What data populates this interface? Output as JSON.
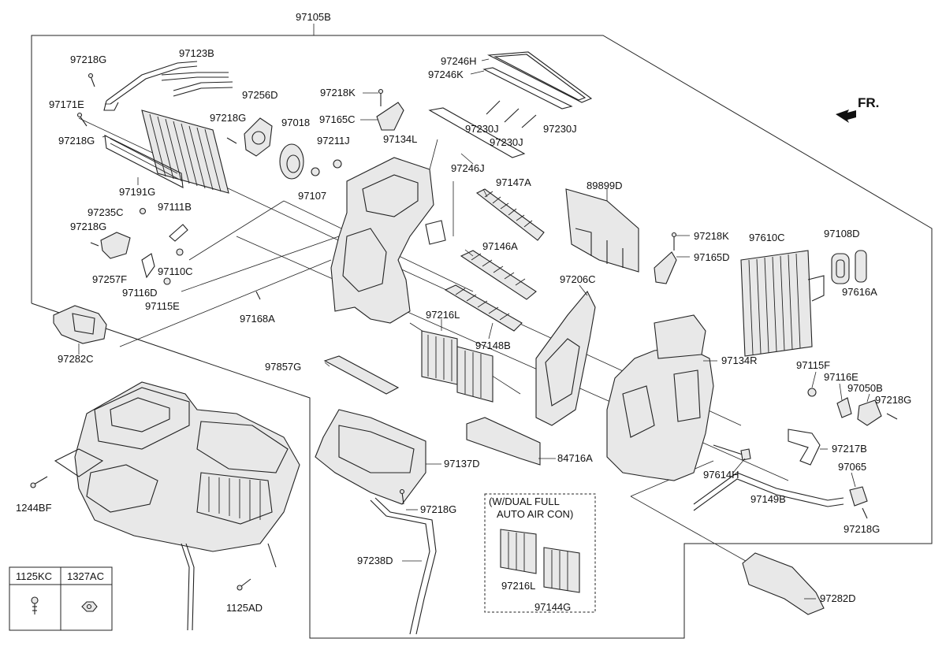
{
  "assembly_label": "97105B",
  "fr_label": "FR.",
  "callouts": {
    "p97218G_a": "97218G",
    "p97123B": "97123B",
    "p97171E": "97171E",
    "p97218G_b": "97218G",
    "p97256D": "97256D",
    "p97218G_c": "97218G",
    "p97018": "97018",
    "p97191G": "97191G",
    "p97218K_a": "97218K",
    "p97165C": "97165C",
    "p97211J": "97211J",
    "p97134L": "97134L",
    "p97107": "97107",
    "p97235C": "97235C",
    "p97111B": "97111B",
    "p97218G_d": "97218G",
    "p97257F": "97257F",
    "p97110C": "97110C",
    "p97116D": "97116D",
    "p97115E": "97115E",
    "p97168A": "97168A",
    "p97282C": "97282C",
    "p97246H": "97246H",
    "p97246K": "97246K",
    "p97230J_a": "97230J",
    "p97230J_b": "97230J",
    "p97230J_c": "97230J",
    "p97246J": "97246J",
    "p97147A": "97147A",
    "p97146A": "97146A",
    "p97216L_a": "97216L",
    "p97148B": "97148B",
    "p89899D": "89899D",
    "p97218K_b": "97218K",
    "p97165D": "97165D",
    "p97206C": "97206C",
    "p97610C": "97610C",
    "p97108D": "97108D",
    "p97616A": "97616A",
    "p97134R": "97134R",
    "p97115F": "97115F",
    "p97116E": "97116E",
    "p97050B": "97050B",
    "p97218G_e": "97218G",
    "p97217B": "97217B",
    "p97614H": "97614H",
    "p97065": "97065",
    "p97149B": "97149B",
    "p97218G_f": "97218G",
    "p97857G": "97857G",
    "p97137D": "97137D",
    "p97218G_g": "97218G",
    "p84716A": "84716A",
    "p97238D": "97238D",
    "p1244BF": "1244BF",
    "p1125AD": "1125AD",
    "p97216L_b": "97216L",
    "p97144G": "97144G",
    "p97282D": "97282D"
  },
  "option_box": {
    "line1": "(W/DUAL FULL",
    "line2": "AUTO AIR CON)"
  },
  "fastener_table": {
    "headers": [
      "1125KC",
      "1327AC"
    ]
  }
}
